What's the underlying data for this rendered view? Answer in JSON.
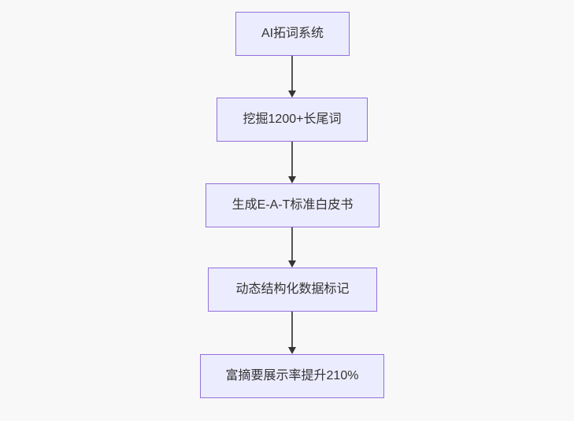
{
  "diagram": {
    "type": "flowchart",
    "direction": "top-down",
    "nodes": [
      {
        "id": "step-1",
        "label": "AI拓词系统"
      },
      {
        "id": "step-2",
        "label": "挖掘1200+长尾词"
      },
      {
        "id": "step-3",
        "label": "生成E-A-T标准白皮书"
      },
      {
        "id": "step-4",
        "label": "动态结构化数据标记"
      },
      {
        "id": "step-5",
        "label": "富摘要展示率提升210%"
      }
    ],
    "edges": [
      {
        "from": "step-1",
        "to": "step-2"
      },
      {
        "from": "step-2",
        "to": "step-3"
      },
      {
        "from": "step-3",
        "to": "step-4"
      },
      {
        "from": "step-4",
        "to": "step-5"
      }
    ],
    "colors": {
      "node_fill": "#ECECFF",
      "node_border": "#9370DB",
      "edge_line": "#555555",
      "arrowhead": "#333333",
      "text": "#333333",
      "background": "#f8f8f8"
    }
  }
}
